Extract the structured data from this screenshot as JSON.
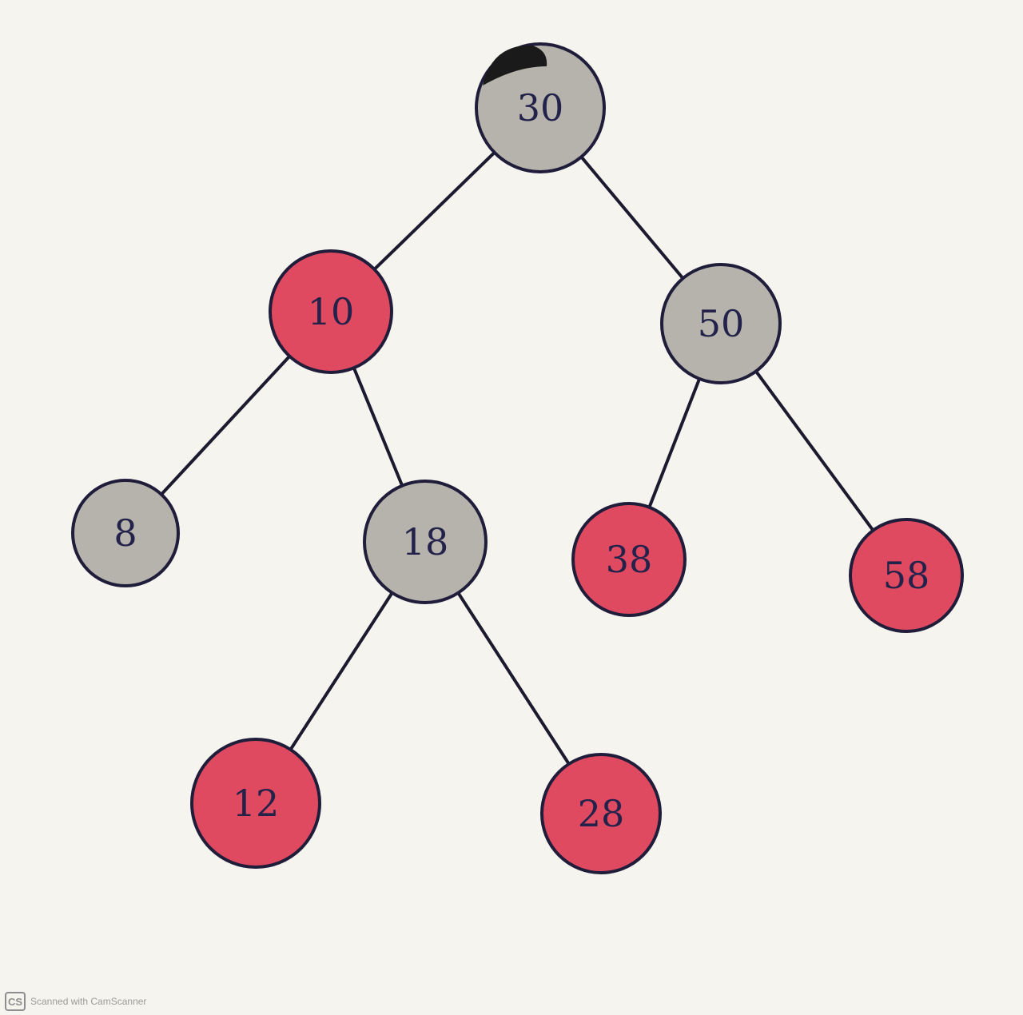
{
  "colors": {
    "black_node": "#b6b3ac",
    "red_node": "#df4a61",
    "edge": "#1b1a2e",
    "paper": "#f6f4ef"
  },
  "nodes": [
    {
      "id": "n30",
      "label": "30",
      "color": "black"
    },
    {
      "id": "n10",
      "label": "10",
      "color": "red"
    },
    {
      "id": "n50",
      "label": "50",
      "color": "black"
    },
    {
      "id": "n8",
      "label": "8",
      "color": "black"
    },
    {
      "id": "n18",
      "label": "18",
      "color": "black"
    },
    {
      "id": "n38",
      "label": "38",
      "color": "red"
    },
    {
      "id": "n58",
      "label": "58",
      "color": "red"
    },
    {
      "id": "n12",
      "label": "12",
      "color": "red"
    },
    {
      "id": "n28",
      "label": "28",
      "color": "red"
    }
  ],
  "edges": [
    {
      "from": "n30",
      "to": "n10"
    },
    {
      "from": "n30",
      "to": "n50"
    },
    {
      "from": "n10",
      "to": "n8"
    },
    {
      "from": "n10",
      "to": "n18"
    },
    {
      "from": "n50",
      "to": "n38"
    },
    {
      "from": "n50",
      "to": "n58"
    },
    {
      "from": "n18",
      "to": "n12"
    },
    {
      "from": "n18",
      "to": "n28"
    }
  ],
  "footer": {
    "logo": "CS",
    "text": "Scanned with CamScanner"
  }
}
